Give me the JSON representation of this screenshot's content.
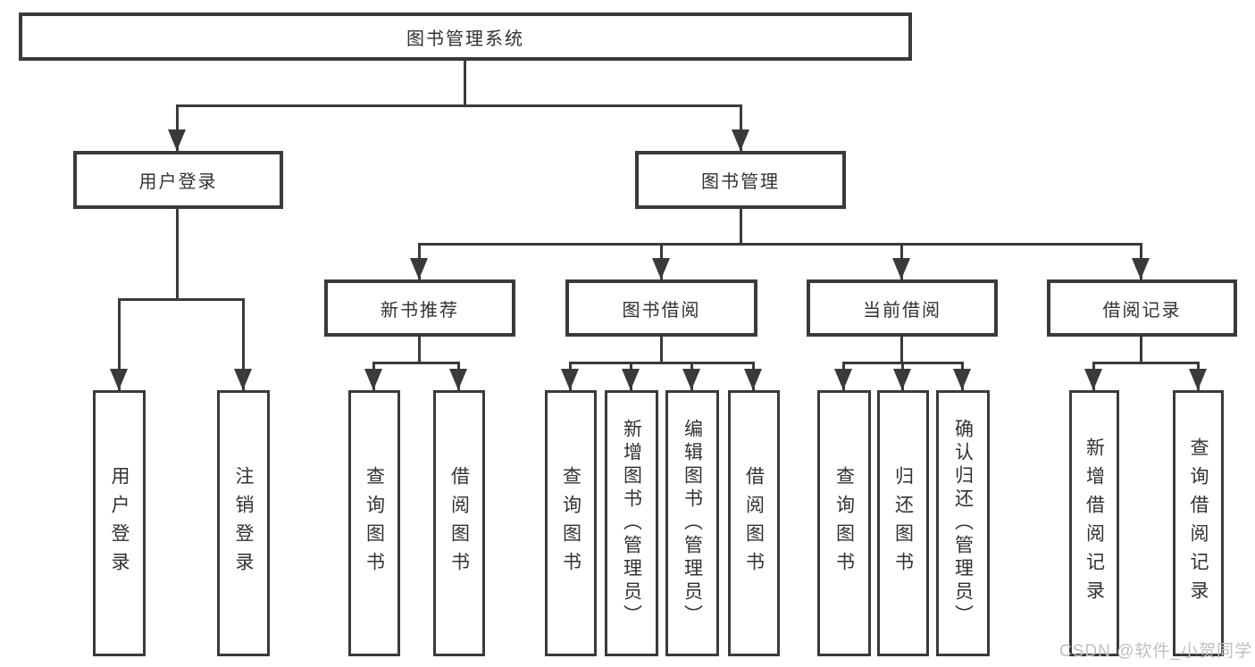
{
  "diagram": {
    "root": {
      "label": "图书管理系统"
    },
    "branches": [
      {
        "label": "用户登录",
        "children": [
          {
            "label": "用户登录"
          },
          {
            "label": "注销登录"
          }
        ]
      },
      {
        "label": "图书管理",
        "children": [
          {
            "label": "新书推荐",
            "children": [
              {
                "label": "查询图书"
              },
              {
                "label": "借阅图书"
              }
            ]
          },
          {
            "label": "图书借阅",
            "children": [
              {
                "label": "查询图书"
              },
              {
                "label": "新增图书（管理员）"
              },
              {
                "label": "编辑图书（管理员）"
              },
              {
                "label": "借阅图书"
              }
            ]
          },
          {
            "label": "当前借阅",
            "children": [
              {
                "label": "查询图书"
              },
              {
                "label": "归还图书"
              },
              {
                "label": "确认归还（管理员）"
              }
            ]
          },
          {
            "label": "借阅记录",
            "children": [
              {
                "label": "新增借阅记录"
              },
              {
                "label": "查询借阅记录"
              }
            ]
          }
        ]
      }
    ],
    "watermark": "CSDN @软件_小贺同学",
    "colors": {
      "line": "#3a3a3a",
      "text": "#303234",
      "watermark": "#bcc0c6",
      "background": "#ffffff"
    }
  }
}
